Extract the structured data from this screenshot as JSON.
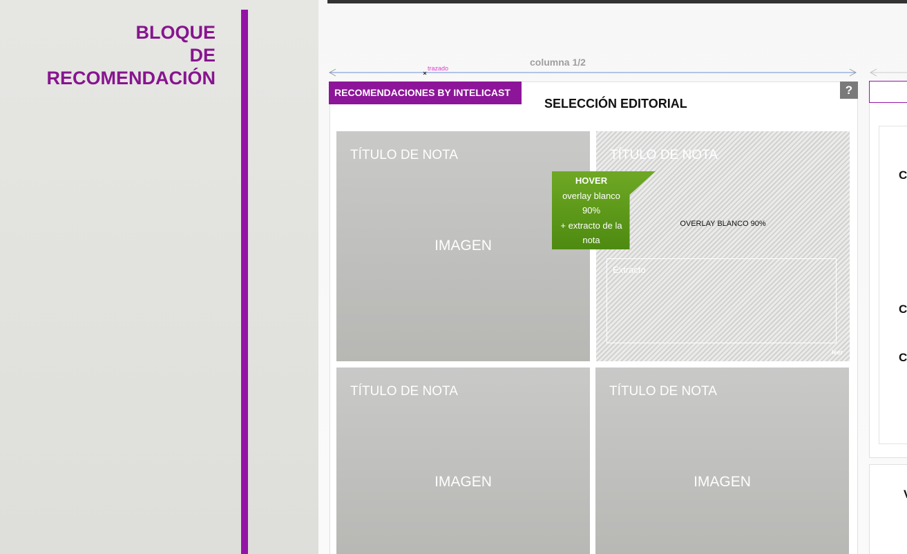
{
  "sidebar": {
    "title_lines": [
      "BLOQUE",
      "DE",
      "RECOMENDACIÓN"
    ]
  },
  "guides": {
    "column_label": "columna 1/2",
    "trazado_label": "trazado"
  },
  "module": {
    "tab_label": "RECOMENDACIONES BY INTELICAST",
    "help_label": "?",
    "heading": "SELECCIÓN EDITORIAL",
    "cards": [
      {
        "title": "TÍTULO DE NOTA",
        "image_label": "IMAGEN"
      },
      {
        "title": "TÍTULO DE NOTA",
        "overlay_label": "OVERLAY BLANCO 90%",
        "excerpt_label": "Extracto",
        "read_link": "leer"
      },
      {
        "title": "TÍTULO DE NOTA",
        "image_label": "IMAGEN"
      },
      {
        "title": "TÍTULO DE NOTA",
        "image_label": "IMAGEN"
      }
    ]
  },
  "hover_note": {
    "header": "HOVER",
    "line1": "overlay blanco",
    "line2": "90%",
    "line3": "+ extracto de la",
    "line4": "nota"
  },
  "right_column": {
    "letters": [
      "C",
      "C",
      "C",
      "V"
    ]
  },
  "colors": {
    "accent_purple": "#8d1599",
    "sidebar_bar": "#9414a6",
    "note_green": "#5c9a18",
    "guide_blue": "#6b8fd6",
    "guide_magenta": "#e23ad4"
  }
}
